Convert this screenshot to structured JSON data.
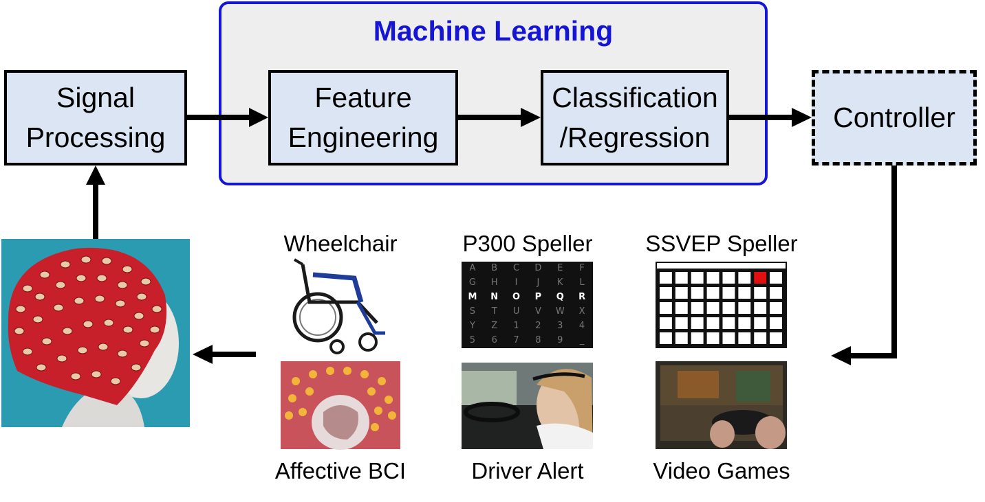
{
  "diagram": {
    "machine_learning_label": "Machine Learning",
    "blocks": {
      "signal_processing": "Signal\nProcessing",
      "feature_engineering": "Feature\nEngineering",
      "classification_regression": "Classification\n/Regression",
      "controller": "Controller"
    },
    "applications": {
      "wheelchair": "Wheelchair",
      "p300_speller": "P300 Speller",
      "ssvep_speller": "SSVEP Speller",
      "affective_bci": "Affective BCI",
      "driver_alert": "Driver Alert",
      "video_games": "Video Games"
    },
    "p300_grid": [
      [
        "A",
        "B",
        "C",
        "D",
        "E",
        "F"
      ],
      [
        "G",
        "H",
        "I",
        "J",
        "K",
        "L"
      ],
      [
        "M",
        "N",
        "O",
        "P",
        "Q",
        "R"
      ],
      [
        "S",
        "T",
        "U",
        "V",
        "W",
        "X"
      ],
      [
        "Y",
        "Z",
        "1",
        "2",
        "3",
        "4"
      ],
      [
        "5",
        "6",
        "7",
        "8",
        "9",
        "_"
      ]
    ],
    "colors": {
      "block_fill": "#dbe5f3",
      "ml_group_fill": "#eeeeee",
      "ml_accent": "#1515d6",
      "cap_red": "#c8202a",
      "cap_background": "#2a9bb0",
      "ssvep_highlight": "#e01010"
    }
  }
}
